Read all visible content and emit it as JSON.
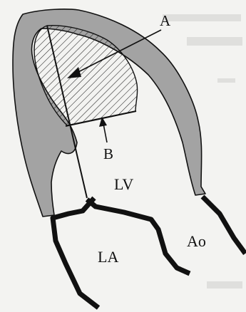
{
  "diagram": {
    "labels": {
      "a": "A",
      "b": "B",
      "lv": "LV",
      "la": "LA",
      "ao": "Ao"
    },
    "colors": {
      "wall": "#a3a3a3",
      "line": "#111111",
      "background": "#f3f3f1"
    }
  }
}
